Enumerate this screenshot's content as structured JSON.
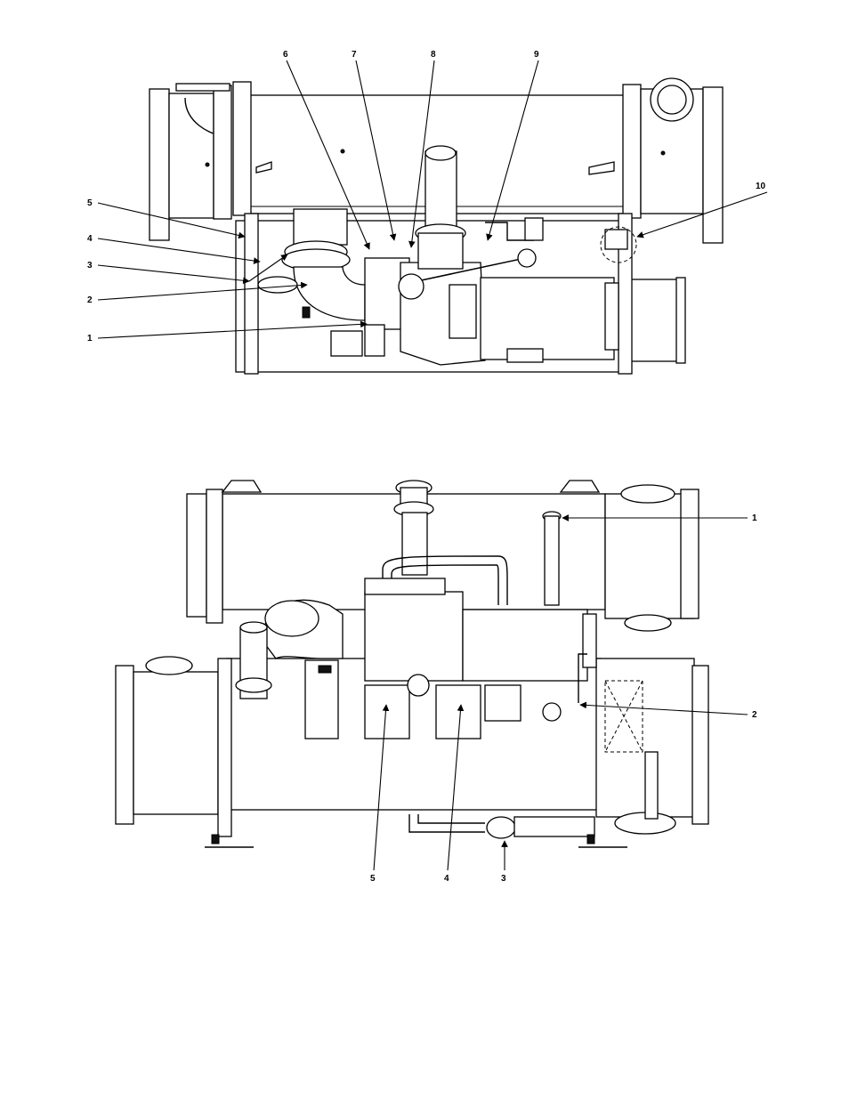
{
  "figure_top": {
    "callouts": [
      "1",
      "2",
      "3",
      "4",
      "5",
      "6",
      "7",
      "8",
      "9",
      "10"
    ]
  },
  "figure_bottom": {
    "callouts": [
      "1",
      "2",
      "3",
      "4",
      "5"
    ]
  },
  "colors": {
    "line": "#000000",
    "background": "#ffffff"
  }
}
